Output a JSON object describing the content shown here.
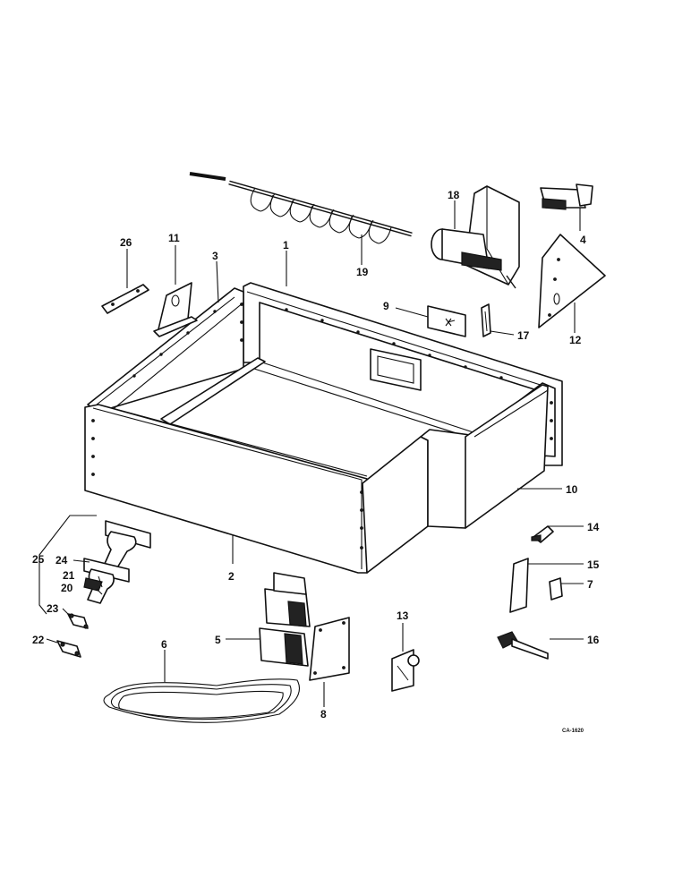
{
  "diagram": {
    "drawing_code": "CA-1620",
    "callouts": [
      "1",
      "2",
      "3",
      "4",
      "5",
      "6",
      "7",
      "8",
      "9",
      "10",
      "11",
      "12",
      "13",
      "14",
      "15",
      "16",
      "17",
      "18",
      "19",
      "20",
      "21",
      "22",
      "23",
      "24",
      "25",
      "26"
    ]
  }
}
